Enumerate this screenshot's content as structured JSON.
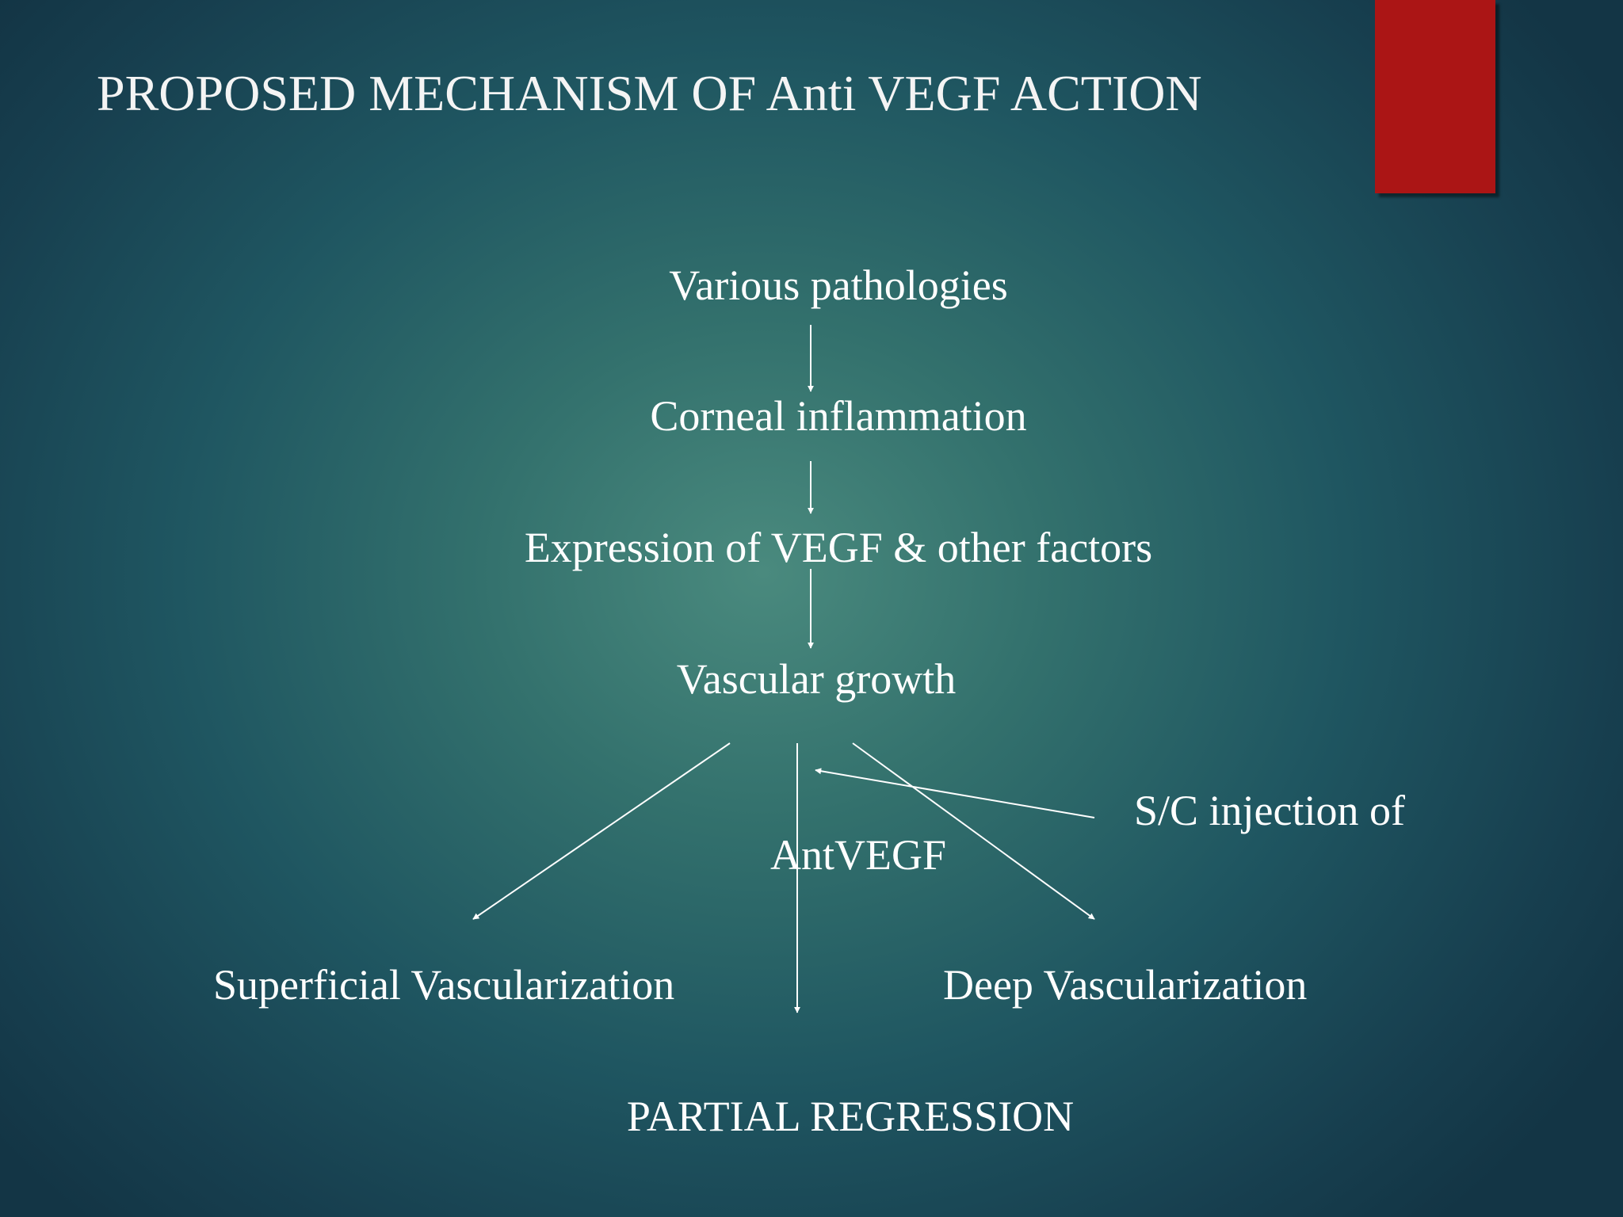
{
  "slide": {
    "title": "PROPOSED MECHANISM OF Anti VEGF ACTION",
    "accent_color": "#ab1515",
    "background_colors": [
      "#4a8a7e",
      "#1f5661",
      "#133545"
    ]
  },
  "diagram": {
    "nodes": {
      "pathologies": "Various pathologies",
      "inflammation": "Corneal inflammation",
      "expression": "Expression of VEGF & other factors",
      "growth": "Vascular growth",
      "injection": "S/C injection of",
      "antivegf": "AntVEGF",
      "superficial": "Superficial Vascularization",
      "deep": "Deep Vascularization",
      "regression": "PARTIAL REGRESSION"
    },
    "edges": [
      {
        "from": "Various pathologies",
        "to": "Corneal inflammation"
      },
      {
        "from": "Corneal inflammation",
        "to": "Expression of VEGF & other factors"
      },
      {
        "from": "Expression of VEGF & other factors",
        "to": "Vascular growth"
      },
      {
        "from": "Vascular growth",
        "to": "Superficial Vascularization"
      },
      {
        "from": "Vascular growth",
        "to": "PARTIAL REGRESSION"
      },
      {
        "from": "Vascular growth",
        "to": "Deep Vascularization"
      },
      {
        "from": "S/C injection of AntVEGF",
        "to": "Vascular growth"
      }
    ]
  }
}
